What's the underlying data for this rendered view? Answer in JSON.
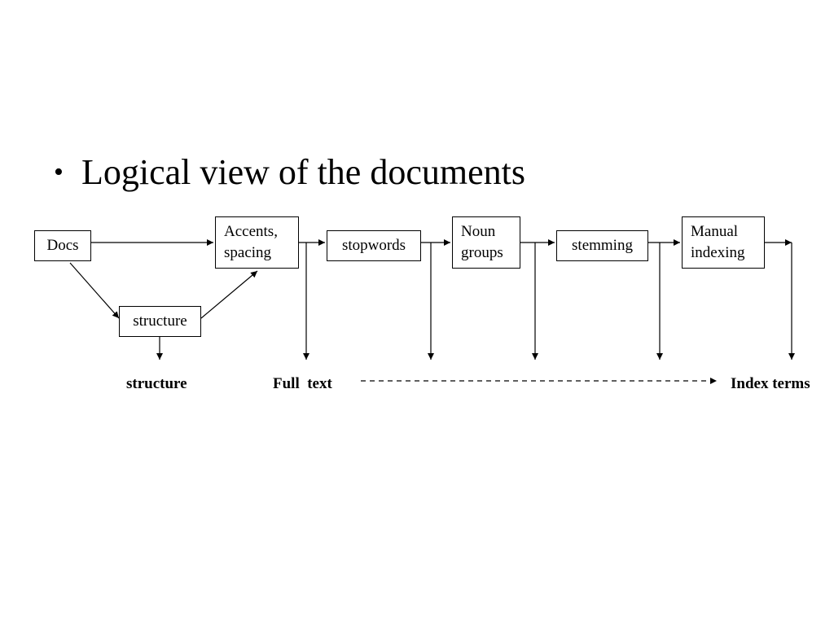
{
  "slide": {
    "bullet_char": "•",
    "bullet_text": "Logical view of the documents"
  },
  "boxes": {
    "docs": "Docs",
    "accents": [
      "Accents,",
      "spacing"
    ],
    "stopwords": "stopwords",
    "noun_groups": [
      "Noun",
      "groups"
    ],
    "stemming": "stemming",
    "manual_indexing": [
      "Manual",
      "indexing"
    ],
    "structure": "structure"
  },
  "outputs": {
    "structure": "structure",
    "full_text": "Full  text",
    "index_terms": "Index terms"
  }
}
